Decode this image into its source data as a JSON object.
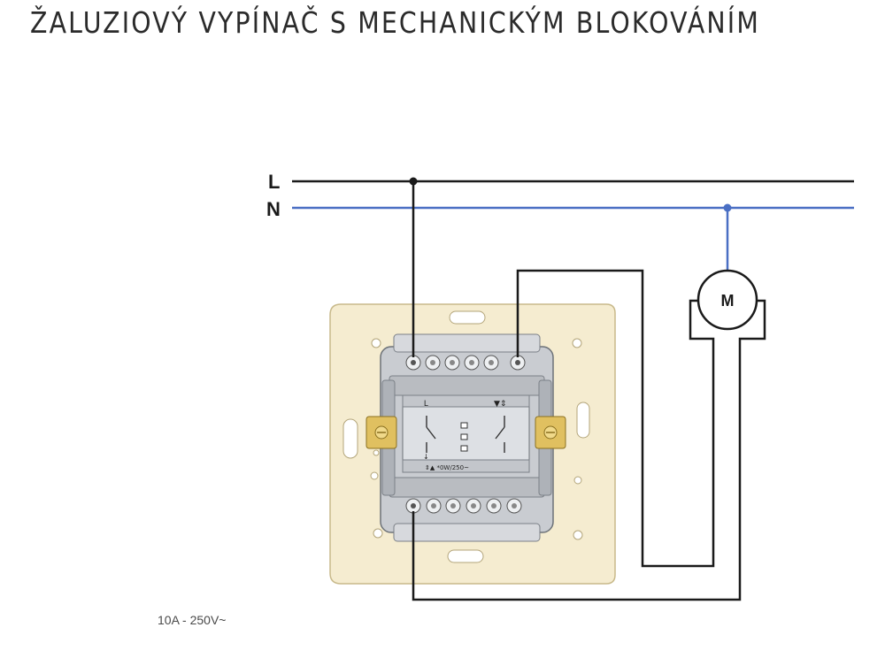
{
  "title": "ŽALUZIOVÝ VYPÍNAČ S MECHANICKÝM BLOKOVÁNÍM",
  "rating": "10A - 250V~",
  "wires": {
    "line_label": "L",
    "neutral_label": "N",
    "motor_label": "M"
  },
  "device": {
    "terminal_label": "L",
    "arrow_label": "▼⇕",
    "bottom_marking": "⇕▲  *0W/250~"
  },
  "colors": {
    "line_wire": "#1a1a1a",
    "neutral_wire": "#4a6fc4",
    "mounting_plate": "#f5ecd0",
    "terminal_brass": "#e0c060"
  }
}
